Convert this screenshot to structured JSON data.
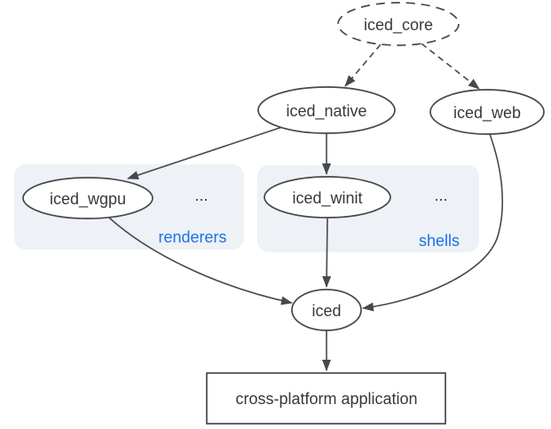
{
  "colors": {
    "edge": "#45484d",
    "text": "#36383c",
    "group_label": "#1a73e8",
    "group_fill": "#eef1f6",
    "node_fill": "#ffffff",
    "bg": "#ffffff"
  },
  "nodes": {
    "iced_core": {
      "label": "iced_core",
      "shape": "dashed-ellipse"
    },
    "iced_native": {
      "label": "iced_native",
      "shape": "ellipse"
    },
    "iced_web": {
      "label": "iced_web",
      "shape": "ellipse"
    },
    "iced_wgpu": {
      "label": "iced_wgpu",
      "shape": "ellipse"
    },
    "iced_winit": {
      "label": "iced_winit",
      "shape": "ellipse"
    },
    "iced": {
      "label": "iced",
      "shape": "ellipse"
    },
    "application": {
      "label": "cross-platform application",
      "shape": "rectangle"
    }
  },
  "groups": {
    "renderers": {
      "label": "renderers",
      "ellipsis": "...",
      "contains": [
        "iced_wgpu"
      ]
    },
    "shells": {
      "label": "shells",
      "ellipsis": "...",
      "contains": [
        "iced_winit"
      ]
    }
  },
  "edges": [
    {
      "from": "iced_core",
      "to": "iced_native",
      "style": "dashed"
    },
    {
      "from": "iced_core",
      "to": "iced_web",
      "style": "dashed"
    },
    {
      "from": "iced_native",
      "to": "iced_wgpu",
      "style": "solid"
    },
    {
      "from": "iced_native",
      "to": "iced_winit",
      "style": "solid"
    },
    {
      "from": "iced_wgpu",
      "to": "iced",
      "style": "solid"
    },
    {
      "from": "iced_winit",
      "to": "iced",
      "style": "solid"
    },
    {
      "from": "iced_web",
      "to": "iced",
      "style": "solid"
    },
    {
      "from": "iced",
      "to": "application",
      "style": "solid"
    }
  ]
}
